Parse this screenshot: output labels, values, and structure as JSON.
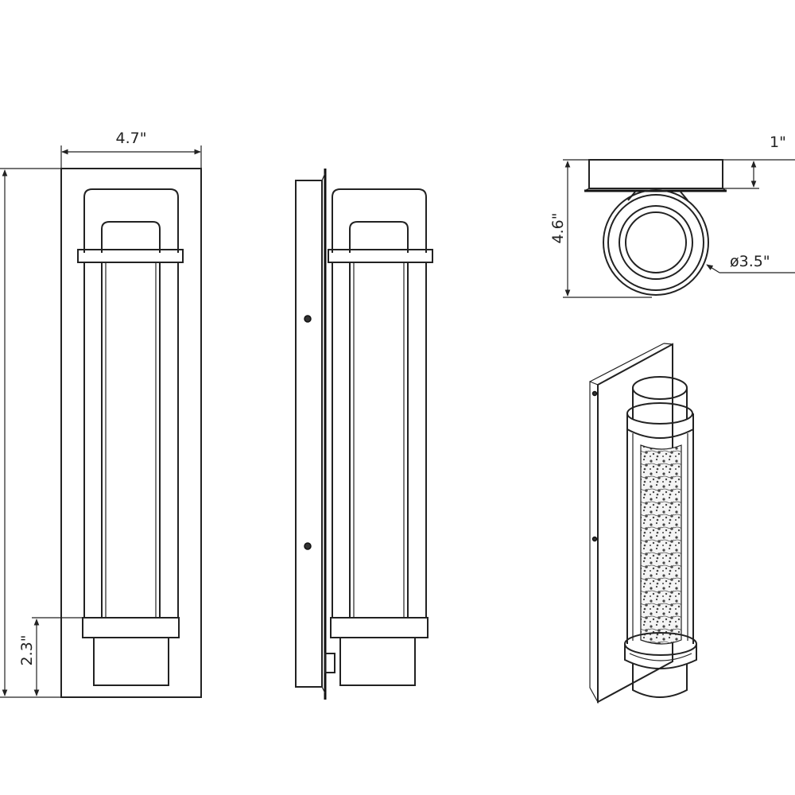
{
  "dimensions": {
    "width_front": "4.7\"",
    "height_lower": "2.3\"",
    "depth_top": "1\"",
    "height_top": "4.6\"",
    "diameter": "ø3.5\""
  },
  "views": [
    "front-view",
    "side-view",
    "top-view",
    "perspective-view"
  ],
  "colors": {
    "line": "#222222",
    "background": "#ffffff"
  }
}
